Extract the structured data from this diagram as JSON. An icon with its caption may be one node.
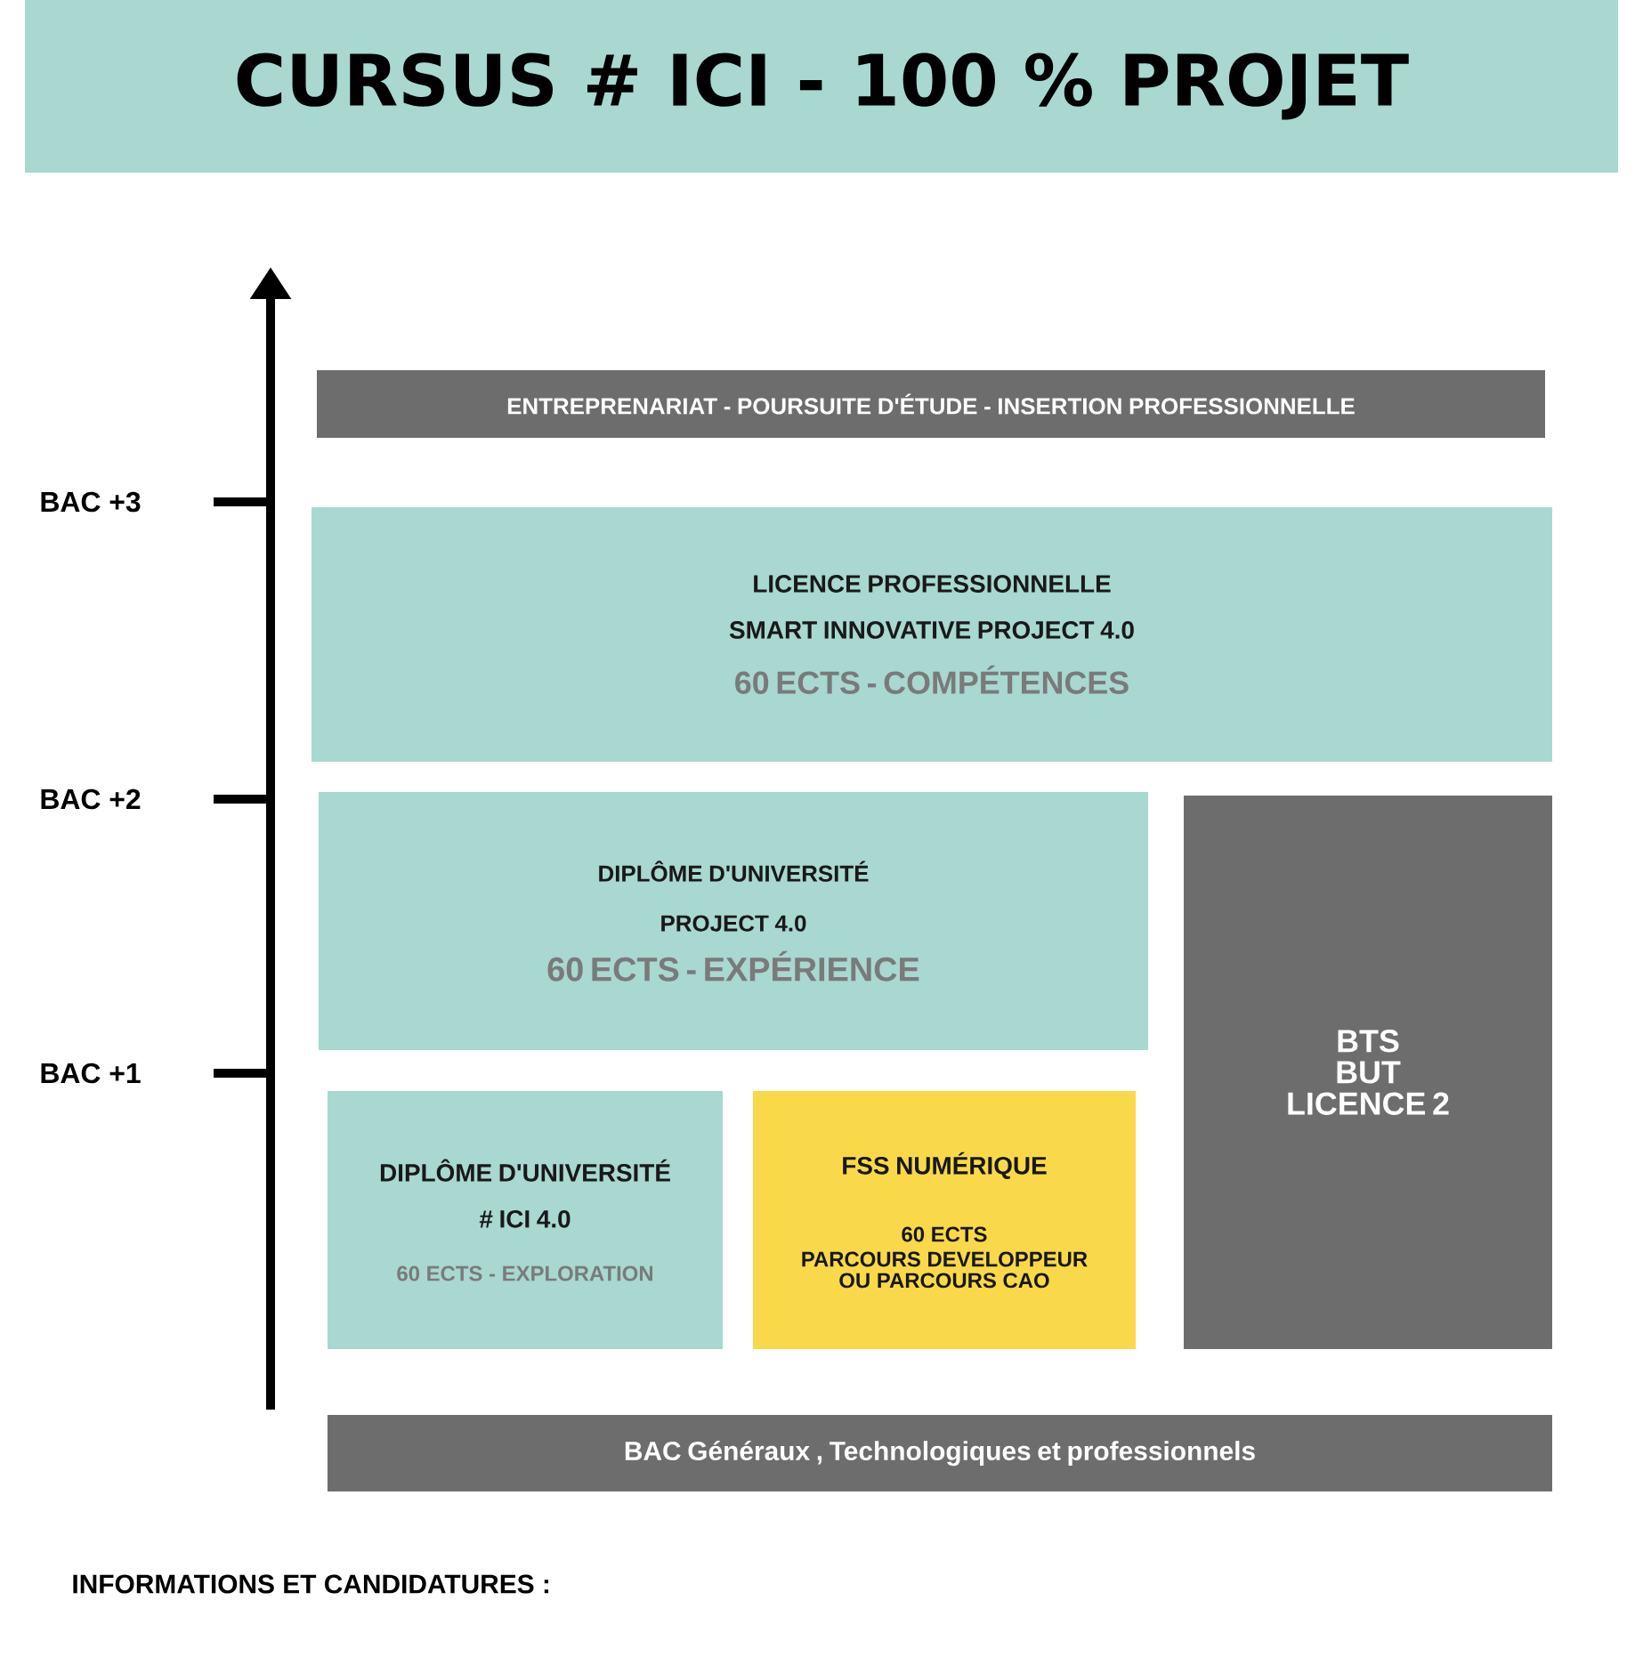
{
  "diagram": {
    "title": "CURSUS # ICI - 100 % PROJET",
    "nodes": [
      {
        "text": [
          "ENTREPRENARIAT - POURSUITE D'ÉTUDE - INSERTION PROFESSIONNELLE"
        ]
      },
      {
        "text": [
          "LICENCE PROFESSIONNELLE",
          "SMART INNOVATIVE PROJECT 4.0",
          "60 ECTS - COMPÉTENCES"
        ]
      },
      {
        "text": [
          "DIPLÔME D'UNIVERSITÉ",
          "PROJECT 4.0",
          "60 ECTS - EXPÉRIENCE"
        ]
      },
      {
        "text": [
          "BTS",
          "BUT",
          "LICENCE 2"
        ]
      },
      {
        "text": [
          "DIPLÔME D'UNIVERSITÉ",
          "# ICI 4.0",
          "60 ECTS - EXPLORATION"
        ]
      },
      {
        "text": [
          "FSS NUMÉRIQUE",
          "60 ECTS",
          "PARCOURS DEVELOPPEUR OU PARCOURS CAO"
        ]
      },
      {
        "text": [
          "BAC Généraux , Technologiques et professionnels"
        ]
      }
    ],
    "labels": [
      "BAC +3",
      "BAC +2",
      "BAC +1",
      "INFORMATIONS ET CANDIDATURES :"
    ]
  }
}
